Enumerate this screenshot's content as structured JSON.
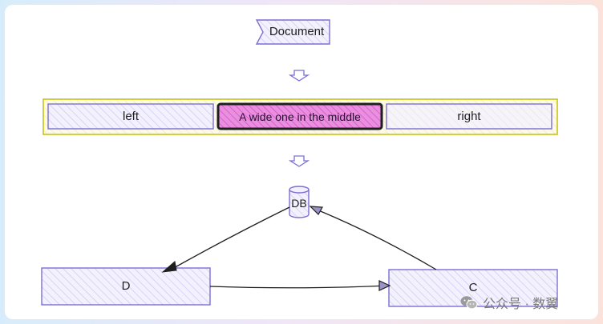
{
  "colors": {
    "box_stroke": "#7b6fd6",
    "box_fill": "#ece9fb",
    "container_stroke": "#c9c21a",
    "container_fill": "#fbf9d9",
    "middle_fill": "#e06ad3",
    "middle_stroke": "#1e1e1e",
    "right_fill": "#f1eef7",
    "arrow": "#1e1e1e"
  },
  "nodes": {
    "document": {
      "label": "Document",
      "shape": "flag"
    },
    "left": {
      "label": "left"
    },
    "middle": {
      "label": "A wide one in the middle"
    },
    "right": {
      "label": "right"
    },
    "db": {
      "label": "DB",
      "shape": "cylinder"
    },
    "d": {
      "label": "D"
    },
    "c": {
      "label": "C"
    }
  },
  "edges": [
    {
      "from": "document",
      "to": "row",
      "style": "block-arrow"
    },
    {
      "from": "row",
      "to": "db",
      "style": "block-arrow"
    },
    {
      "from": "db",
      "to": "d"
    },
    {
      "from": "d",
      "to": "c"
    },
    {
      "from": "c",
      "to": "db"
    }
  ],
  "watermark": {
    "text": "公众号 · 数翼",
    "icon": "wechat-icon"
  }
}
